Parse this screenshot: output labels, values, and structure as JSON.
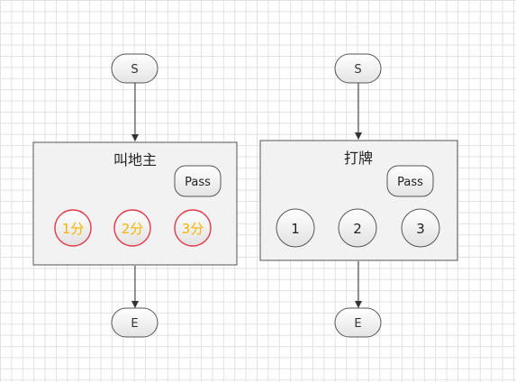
{
  "diagrams": [
    {
      "start_label": "S",
      "end_label": "E",
      "title": "叫地主",
      "pass_label": "Pass",
      "options": [
        "1分",
        "2分",
        "3分"
      ]
    },
    {
      "start_label": "S",
      "end_label": "E",
      "title": "打牌",
      "pass_label": "Pass",
      "options": [
        "1",
        "2",
        "3"
      ]
    }
  ],
  "colors": {
    "bid_text": "#f5b400",
    "bid_border": "#e33a4a",
    "outline": "#555555",
    "box_fill": "#f2f2f2"
  }
}
